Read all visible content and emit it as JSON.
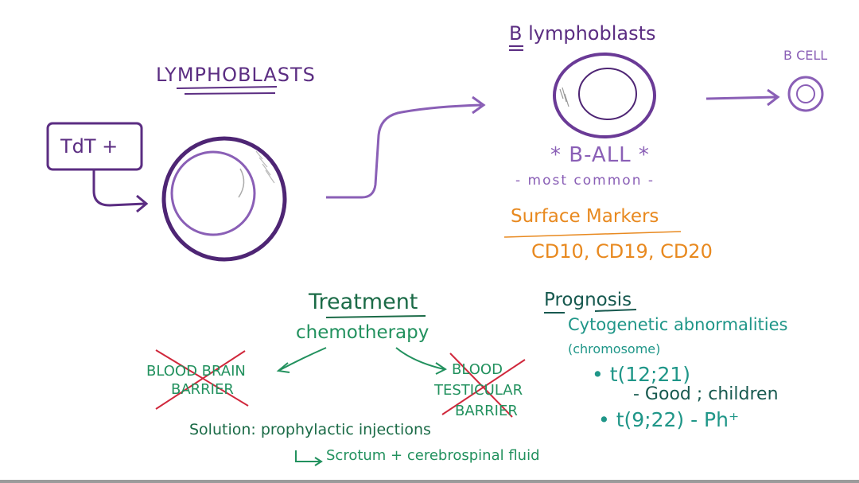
{
  "colors": {
    "purple": "#5b2d82",
    "light_purple": "#8a5fb6",
    "orange": "#e8891f",
    "dark_green": "#1b6b47",
    "green": "#22915e",
    "teal": "#1f9688",
    "red_cross": "#d0283c"
  },
  "top": {
    "lymphoblasts_label": "LYMPHOBLASTS",
    "tdt_label": "TdT +",
    "b_lymphoblasts_label": "B lymphoblasts",
    "b_cell_label": "B CELL",
    "b_all_label": "* B-ALL *",
    "most_common_label": "- most common -",
    "surface_markers_title": "Surface Markers",
    "surface_markers_values": "CD10, CD19, CD20"
  },
  "treatment": {
    "title": "Treatment",
    "method": "chemotherapy",
    "barrier_left_line1": "BLOOD BRAIN",
    "barrier_left_line2": "BARRIER",
    "barrier_right_line1": "BLOOD",
    "barrier_right_line2": "TESTICULAR",
    "barrier_right_line3": "BARRIER",
    "solution": "Solution: prophylactic injections",
    "solution_sites": "Scrotum + cerebrospinal fluid"
  },
  "prognosis": {
    "title": "Prognosis",
    "subtitle": "Cytogenetic abnormalities",
    "subtitle_note": "(chromosome)",
    "items": [
      {
        "bullet": "• t(12;21)",
        "note": "- Good ; children"
      },
      {
        "bullet": "• t(9;22) - Ph⁺",
        "note": ""
      }
    ]
  }
}
